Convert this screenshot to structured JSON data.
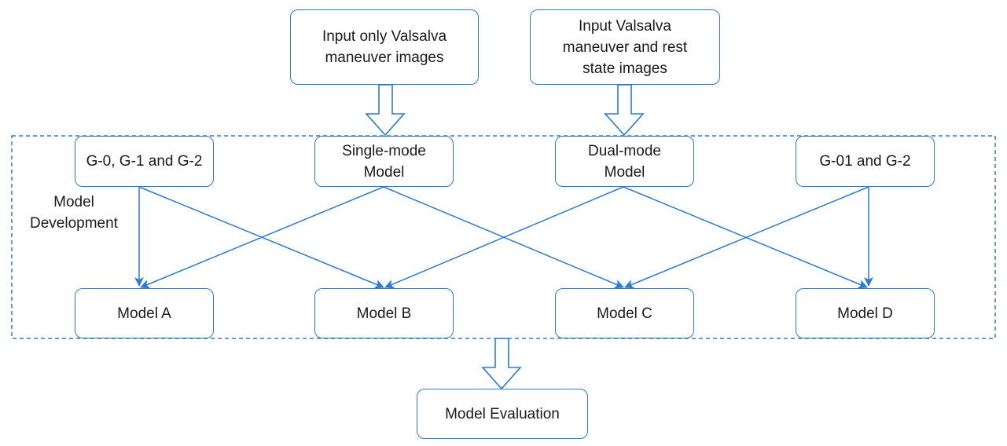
{
  "nodes": {
    "input_valsalva": "Input only Valsalva\nmaneuver images",
    "input_dual": "Input Valsalva\nmaneuver and rest\nstate images",
    "groups_012": "G-0, G-1 and G-2",
    "single_mode": "Single-mode\nModel",
    "dual_mode": "Dual-mode\nModel",
    "groups_01_2": "G-01 and G-2",
    "model_a": "Model A",
    "model_b": "Model B",
    "model_c": "Model C",
    "model_d": "Model D",
    "evaluation": "Model Evaluation"
  },
  "region_label": "Model\nDevelopment",
  "colors": {
    "stroke": "#2b7bd1",
    "text": "#1a1a1a",
    "background": "#ffffff"
  }
}
